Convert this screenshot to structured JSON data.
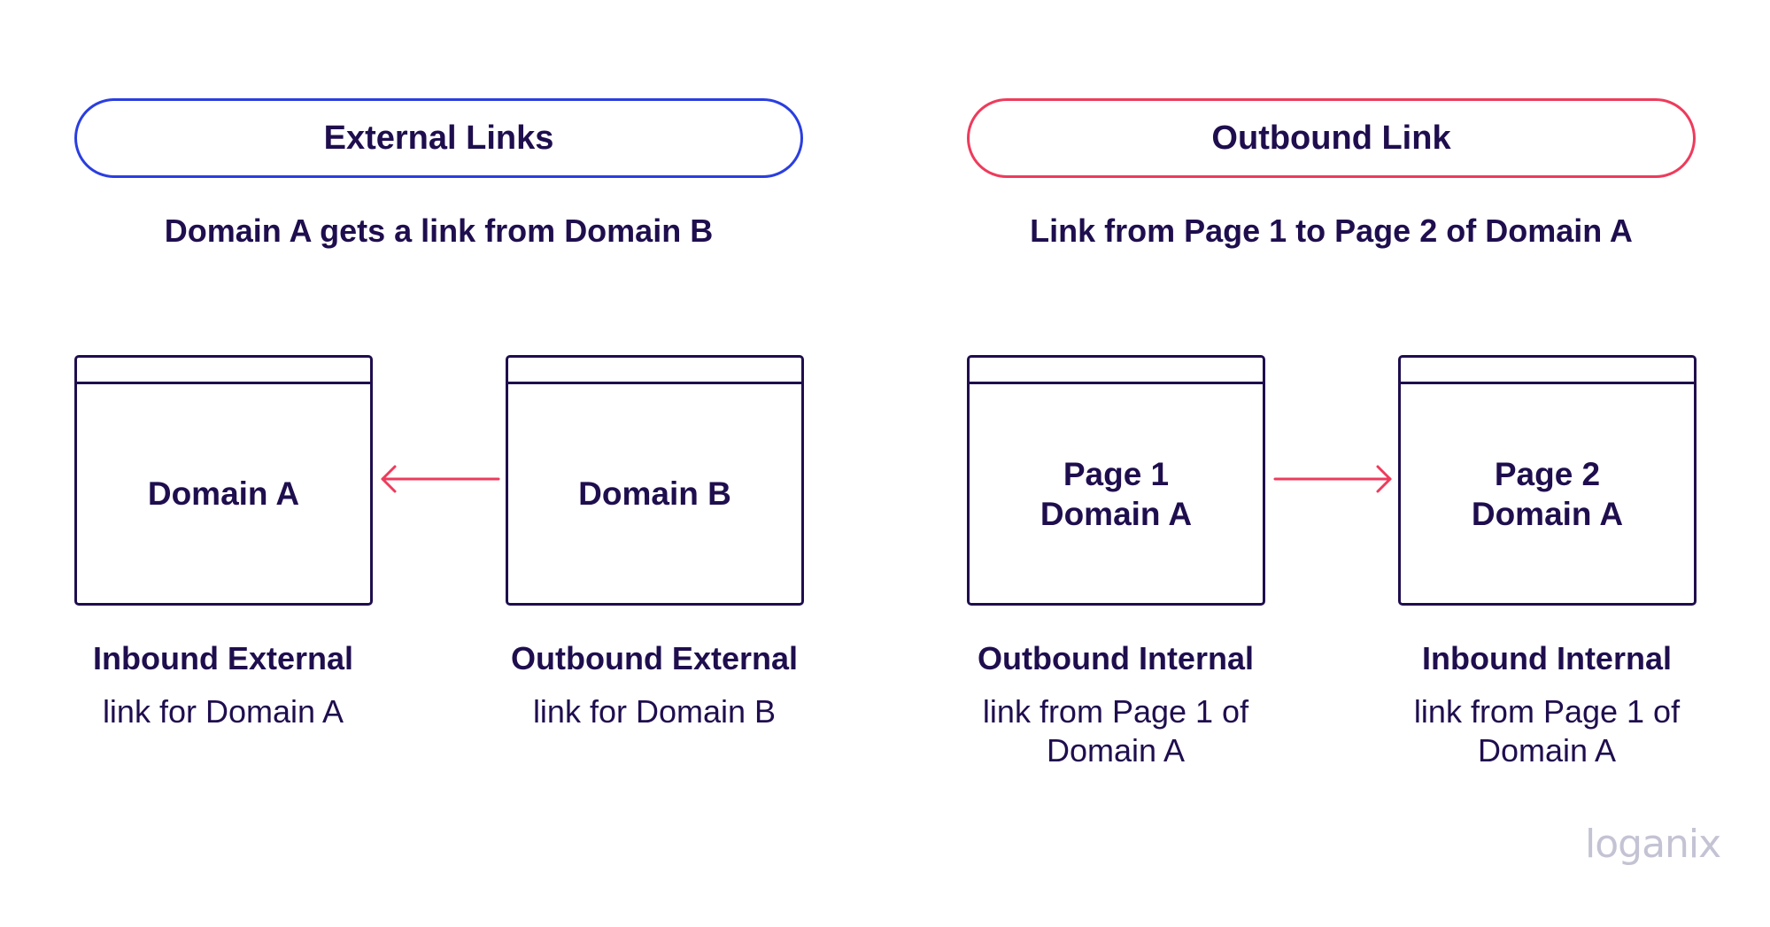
{
  "left": {
    "pill_title": "External Links",
    "subtitle": "Domain A gets a link from Domain B",
    "windows": [
      {
        "lines": [
          "Domain A"
        ]
      },
      {
        "lines": [
          "Domain B"
        ]
      }
    ],
    "captions": [
      {
        "title": "Inbound External",
        "desc": "link for Domain A"
      },
      {
        "title": "Outbound External",
        "desc": "link for Domain B"
      }
    ]
  },
  "right": {
    "pill_title": "Outbound Link",
    "subtitle": "Link from Page 1 to Page 2 of Domain A",
    "windows": [
      {
        "lines": [
          "Page 1",
          "Domain A"
        ]
      },
      {
        "lines": [
          "Page 2",
          "Domain A"
        ]
      }
    ],
    "captions": [
      {
        "title": "Outbound Internal",
        "desc": "link from Page 1 of Domain A"
      },
      {
        "title": "Inbound Internal",
        "desc": "link from Page 1 of Domain A"
      }
    ]
  },
  "brand": "loganix",
  "colors": {
    "text": "#1f0e4e",
    "left_pill_border": "#2a3ee0",
    "right_pill_border": "#ee3b5c",
    "arrow": "#ee3b5c",
    "brand": "#c4c3d4"
  }
}
